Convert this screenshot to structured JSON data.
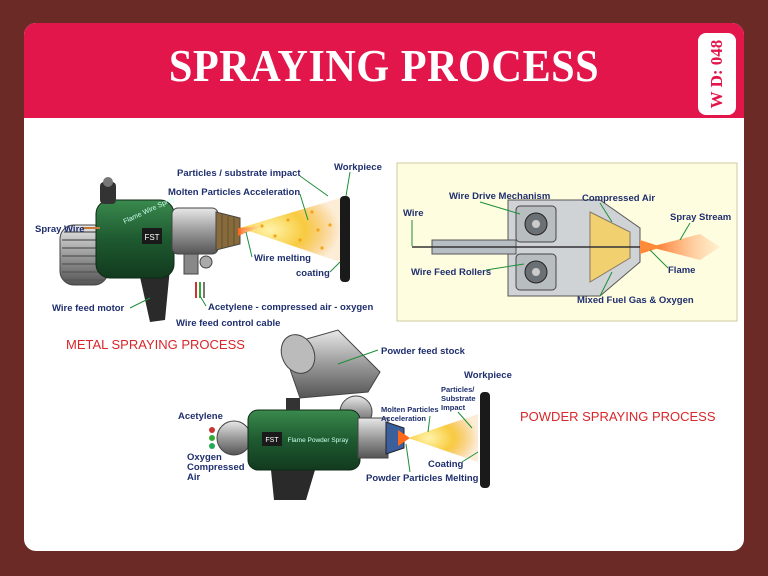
{
  "header": {
    "title": "SPRAYING PROCESS",
    "code": "W D: 048",
    "colors": {
      "background": "#6b2a26",
      "banner": "#e3164b",
      "text": "#ffffff"
    }
  },
  "metal_spray": {
    "caption": "METAL SPRAYING PROCESS",
    "gun_brand": "Flame Wire Spray",
    "logo": "FST",
    "labels": {
      "particles_impact": "Particles / substrate impact",
      "workpiece": "Workpiece",
      "molten_accel": "Molten Particles Acceleration",
      "spray_wire": "Spray Wire",
      "wire_melting": "Wire melting",
      "coating": "coating",
      "wire_feed_motor": "Wire feed motor",
      "gases": "Acetylene - compressed air - oxygen",
      "wire_feed_cable": "Wire feed control cable"
    }
  },
  "wire_nozzle": {
    "labels": {
      "wire_drive": "Wire Drive Mechanism",
      "compressed_air": "Compressed Air",
      "wire": "Wire",
      "spray_stream": "Spray Stream",
      "wire_feed_rollers": "Wire Feed Rollers",
      "flame": "Flame",
      "mixed_gas": "Mixed Fuel Gas & Oxygen"
    }
  },
  "powder_spray": {
    "caption": "POWDER SPRAYING PROCESS",
    "gun_brand": "Flame Powder Spray",
    "logo": "FST",
    "labels": {
      "powder_feed": "Powder feed stock",
      "workpiece": "Workpiece",
      "impact_1": "Particles/",
      "impact_2": "Substrate",
      "impact_3": "Impact",
      "molten_1": "Molten Particles",
      "molten_2": "Acceleration",
      "acetylene": "Acetylene",
      "oxygen_1": "Oxygen",
      "oxygen_2": "Compressed",
      "oxygen_3": "Air",
      "coating": "Coating",
      "powder_melting": "Powder Particles Melting"
    }
  }
}
